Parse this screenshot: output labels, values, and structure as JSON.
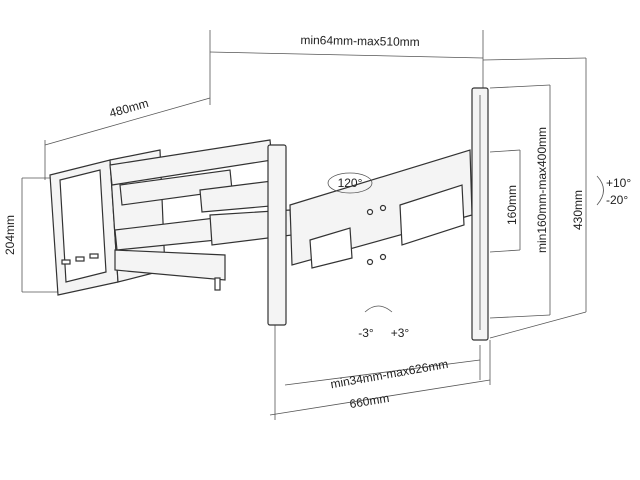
{
  "dimensions": {
    "arm_extension": "min64mm-max510mm",
    "wall_plate_width": "480mm",
    "wall_plate_height": "204mm",
    "swivel": "120°",
    "rail_spacing": "160mm",
    "vesa_vertical": "min160mm-max400mm",
    "bracket_height": "430mm",
    "tilt_up": "+10°",
    "tilt_down": "-20°",
    "level_minus": "-3°",
    "level_plus": "+3°",
    "vesa_horizontal": "min34mm-max626mm",
    "bracket_width": "660mm"
  }
}
